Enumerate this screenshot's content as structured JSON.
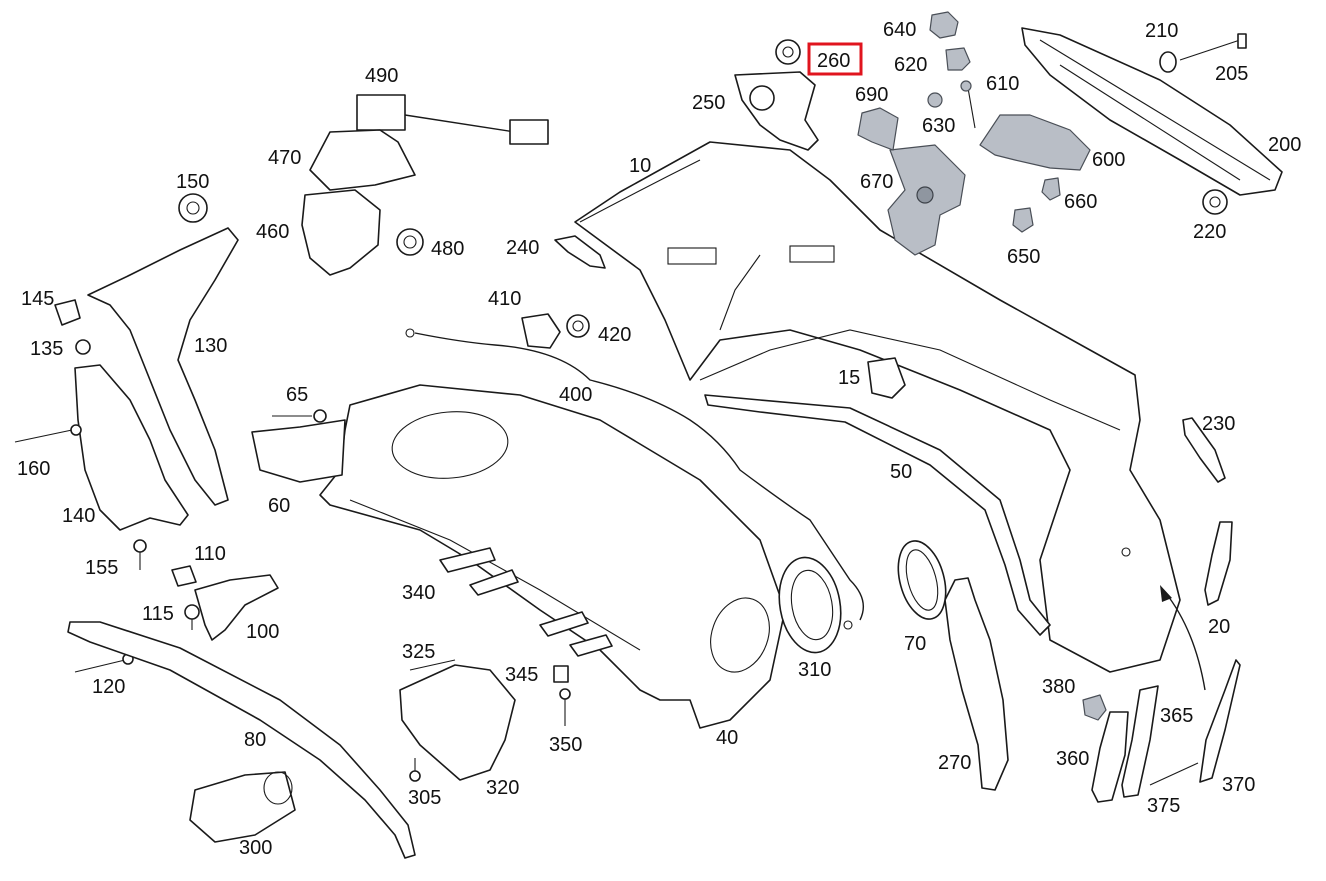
{
  "diagram": {
    "highlight_color": "#e0141e",
    "highlighted_part": "260",
    "parts_color": "#b9bec6",
    "labels": {
      "p10": "10",
      "p15": "15",
      "p20": "20",
      "p40": "40",
      "p50": "50",
      "p60": "60",
      "p65": "65",
      "p70": "70",
      "p80": "80",
      "p100": "100",
      "p110": "110",
      "p115": "115",
      "p120": "120",
      "p130": "130",
      "p135": "135",
      "p140": "140",
      "p145": "145",
      "p150": "150",
      "p155": "155",
      "p160": "160",
      "p200": "200",
      "p205": "205",
      "p210": "210",
      "p220": "220",
      "p230": "230",
      "p240": "240",
      "p250": "250",
      "p260": "260",
      "p270": "270",
      "p300": "300",
      "p305": "305",
      "p310": "310",
      "p320": "320",
      "p325": "325",
      "p340": "340",
      "p345": "345",
      "p350": "350",
      "p360": "360",
      "p365": "365",
      "p370": "370",
      "p375": "375",
      "p380": "380",
      "p400": "400",
      "p410": "410",
      "p420": "420",
      "p460": "460",
      "p470": "470",
      "p480": "480",
      "p490": "490",
      "p600": "600",
      "p610": "610",
      "p620": "620",
      "p630": "630",
      "p640": "640",
      "p650": "650",
      "p660": "660",
      "p670": "670",
      "p690": "690"
    }
  }
}
